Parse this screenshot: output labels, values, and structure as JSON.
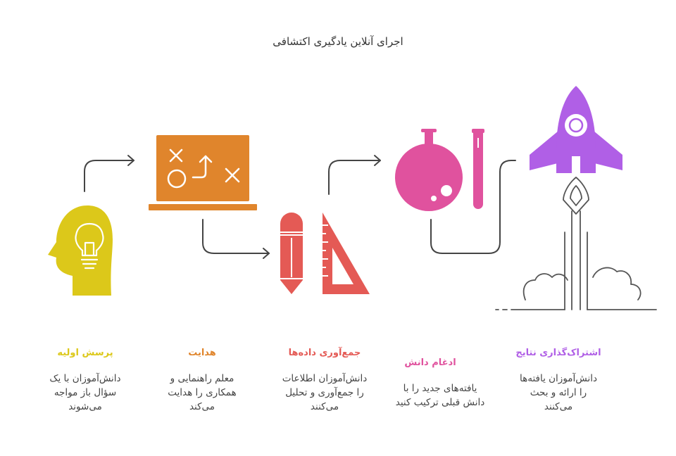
{
  "title": "اجرای آنلاین یادگیری اکتشافی",
  "colors": {
    "yellow": "#dcc81a",
    "orange": "#e0852c",
    "red": "#e45a55",
    "pink": "#e0529e",
    "purple": "#b05fe6",
    "connector": "#444444"
  },
  "steps": [
    {
      "title": "پرسش اولیه",
      "description": [
        "دانش‌آموزان با یک",
        "سؤال باز مواجه",
        "می‌شوند"
      ],
      "icon": "head-lightbulb-icon"
    },
    {
      "title": "هدایت",
      "description": [
        "معلم راهنمایی و",
        "همکاری را هدایت",
        "می‌کند"
      ],
      "icon": "strategy-board-icon"
    },
    {
      "title": "جمع‌آوری داده‌ها",
      "description": [
        "دانش‌آموزان اطلاعات",
        "را جمع‌آوری و تحلیل",
        "می‌کنند"
      ],
      "icon": "pencil-ruler-icon"
    },
    {
      "title": "ادغام دانش",
      "description": [
        "یافته‌های جدید را با",
        "دانش قبلی ترکیب کنید"
      ],
      "icon": "lab-flask-icon"
    },
    {
      "title": "اشتراک‌گذاری نتایج",
      "description": [
        "دانش‌آموزان یافته‌ها",
        "را ارائه و بحث",
        "می‌کنند"
      ],
      "icon": "rocket-icon"
    }
  ]
}
